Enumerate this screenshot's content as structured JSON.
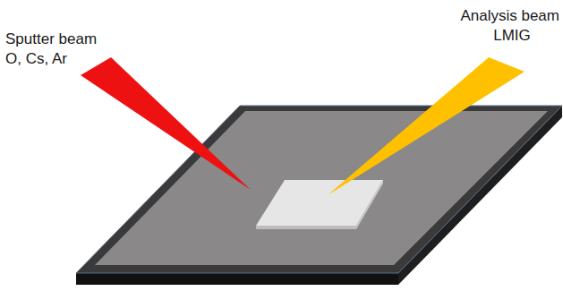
{
  "diagram": {
    "labels": [
      "Sputter beam",
      "O, Cs, Ar",
      "Analysis beam",
      "LMIG"
    ]
  }
}
